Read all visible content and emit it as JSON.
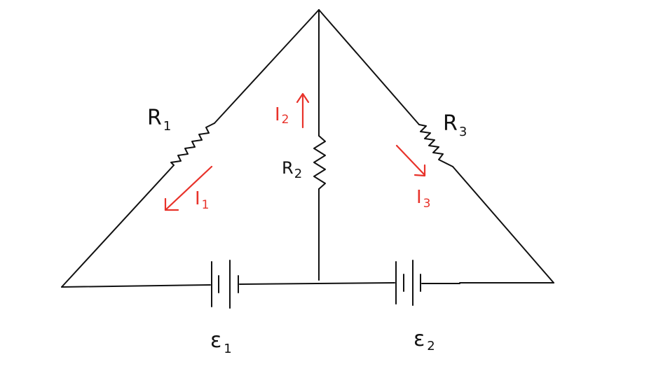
{
  "labels": {
    "r1": {
      "main": "R",
      "sub": "1"
    },
    "r2": {
      "main": "R",
      "sub": "2"
    },
    "r3": {
      "main": "R",
      "sub": "3"
    },
    "e1": {
      "main": "ε",
      "sub": "1"
    },
    "e2": {
      "main": "ε",
      "sub": "2"
    },
    "i1": {
      "main": "I",
      "sub": "1"
    },
    "i2": {
      "main": "I",
      "sub": "2"
    },
    "i3": {
      "main": "I",
      "sub": "3"
    }
  },
  "colors": {
    "wire": "#111111",
    "current": "#e8322a"
  }
}
